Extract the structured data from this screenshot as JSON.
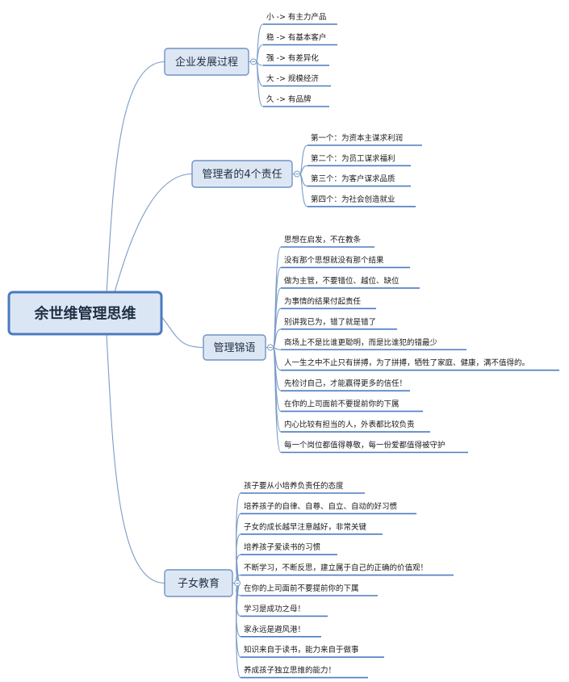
{
  "root": {
    "label": "余世维管理思维"
  },
  "branches": [
    {
      "label": "企业发展过程",
      "leaves": [
        "小 -> 有主力产品",
        "稳 -> 有基本客户",
        "强 -> 有差异化",
        "大 -> 规模经济",
        "久 -> 有品牌"
      ]
    },
    {
      "label": "管理者的4个责任",
      "leaves": [
        "第一个：为资本主谋求利润",
        "第二个：为员工谋求福利",
        "第三个：为客户谋求品质",
        "第四个：为社会创造就业"
      ]
    },
    {
      "label": "管理锦语",
      "leaves": [
        "思想在启发，不在教条",
        "没有那个思想就没有那个结果",
        "做为主管，不要错位、越位、缺位",
        "为事情的结果付起责任",
        "别讲我已为，错了就是错了",
        "商场上不是比谁更聪明，而是比谁犯的错最少",
        "人一生之中不止只有拼搏，为了拼搏，牺牲了家庭、健康，满不值得的。",
        "先检讨自己，才能赢得更多的信任！",
        "在你的上司面前不要提前你的下属",
        "内心比较有担当的人，外表都比较负责",
        "每一个岗位都值得尊敬，每一份爱都值得被守护"
      ]
    },
    {
      "label": "子女教育",
      "leaves": [
        "孩子要从小培养负责任的态度",
        "培养孩子的自律、自尊、自立、自动的好习惯",
        "子女的成长越早注意越好，非常关键",
        "培养孩子爱读书的习惯",
        "不断学习，不断反思，建立属于自己的正确的价值观！",
        "在你的上司面前不要提前你的下属",
        "学习是成功之母！",
        "家永远是避风港！",
        "知识来自于读书，能力来自于做事",
        "养成孩子独立思维的能力！"
      ]
    }
  ]
}
